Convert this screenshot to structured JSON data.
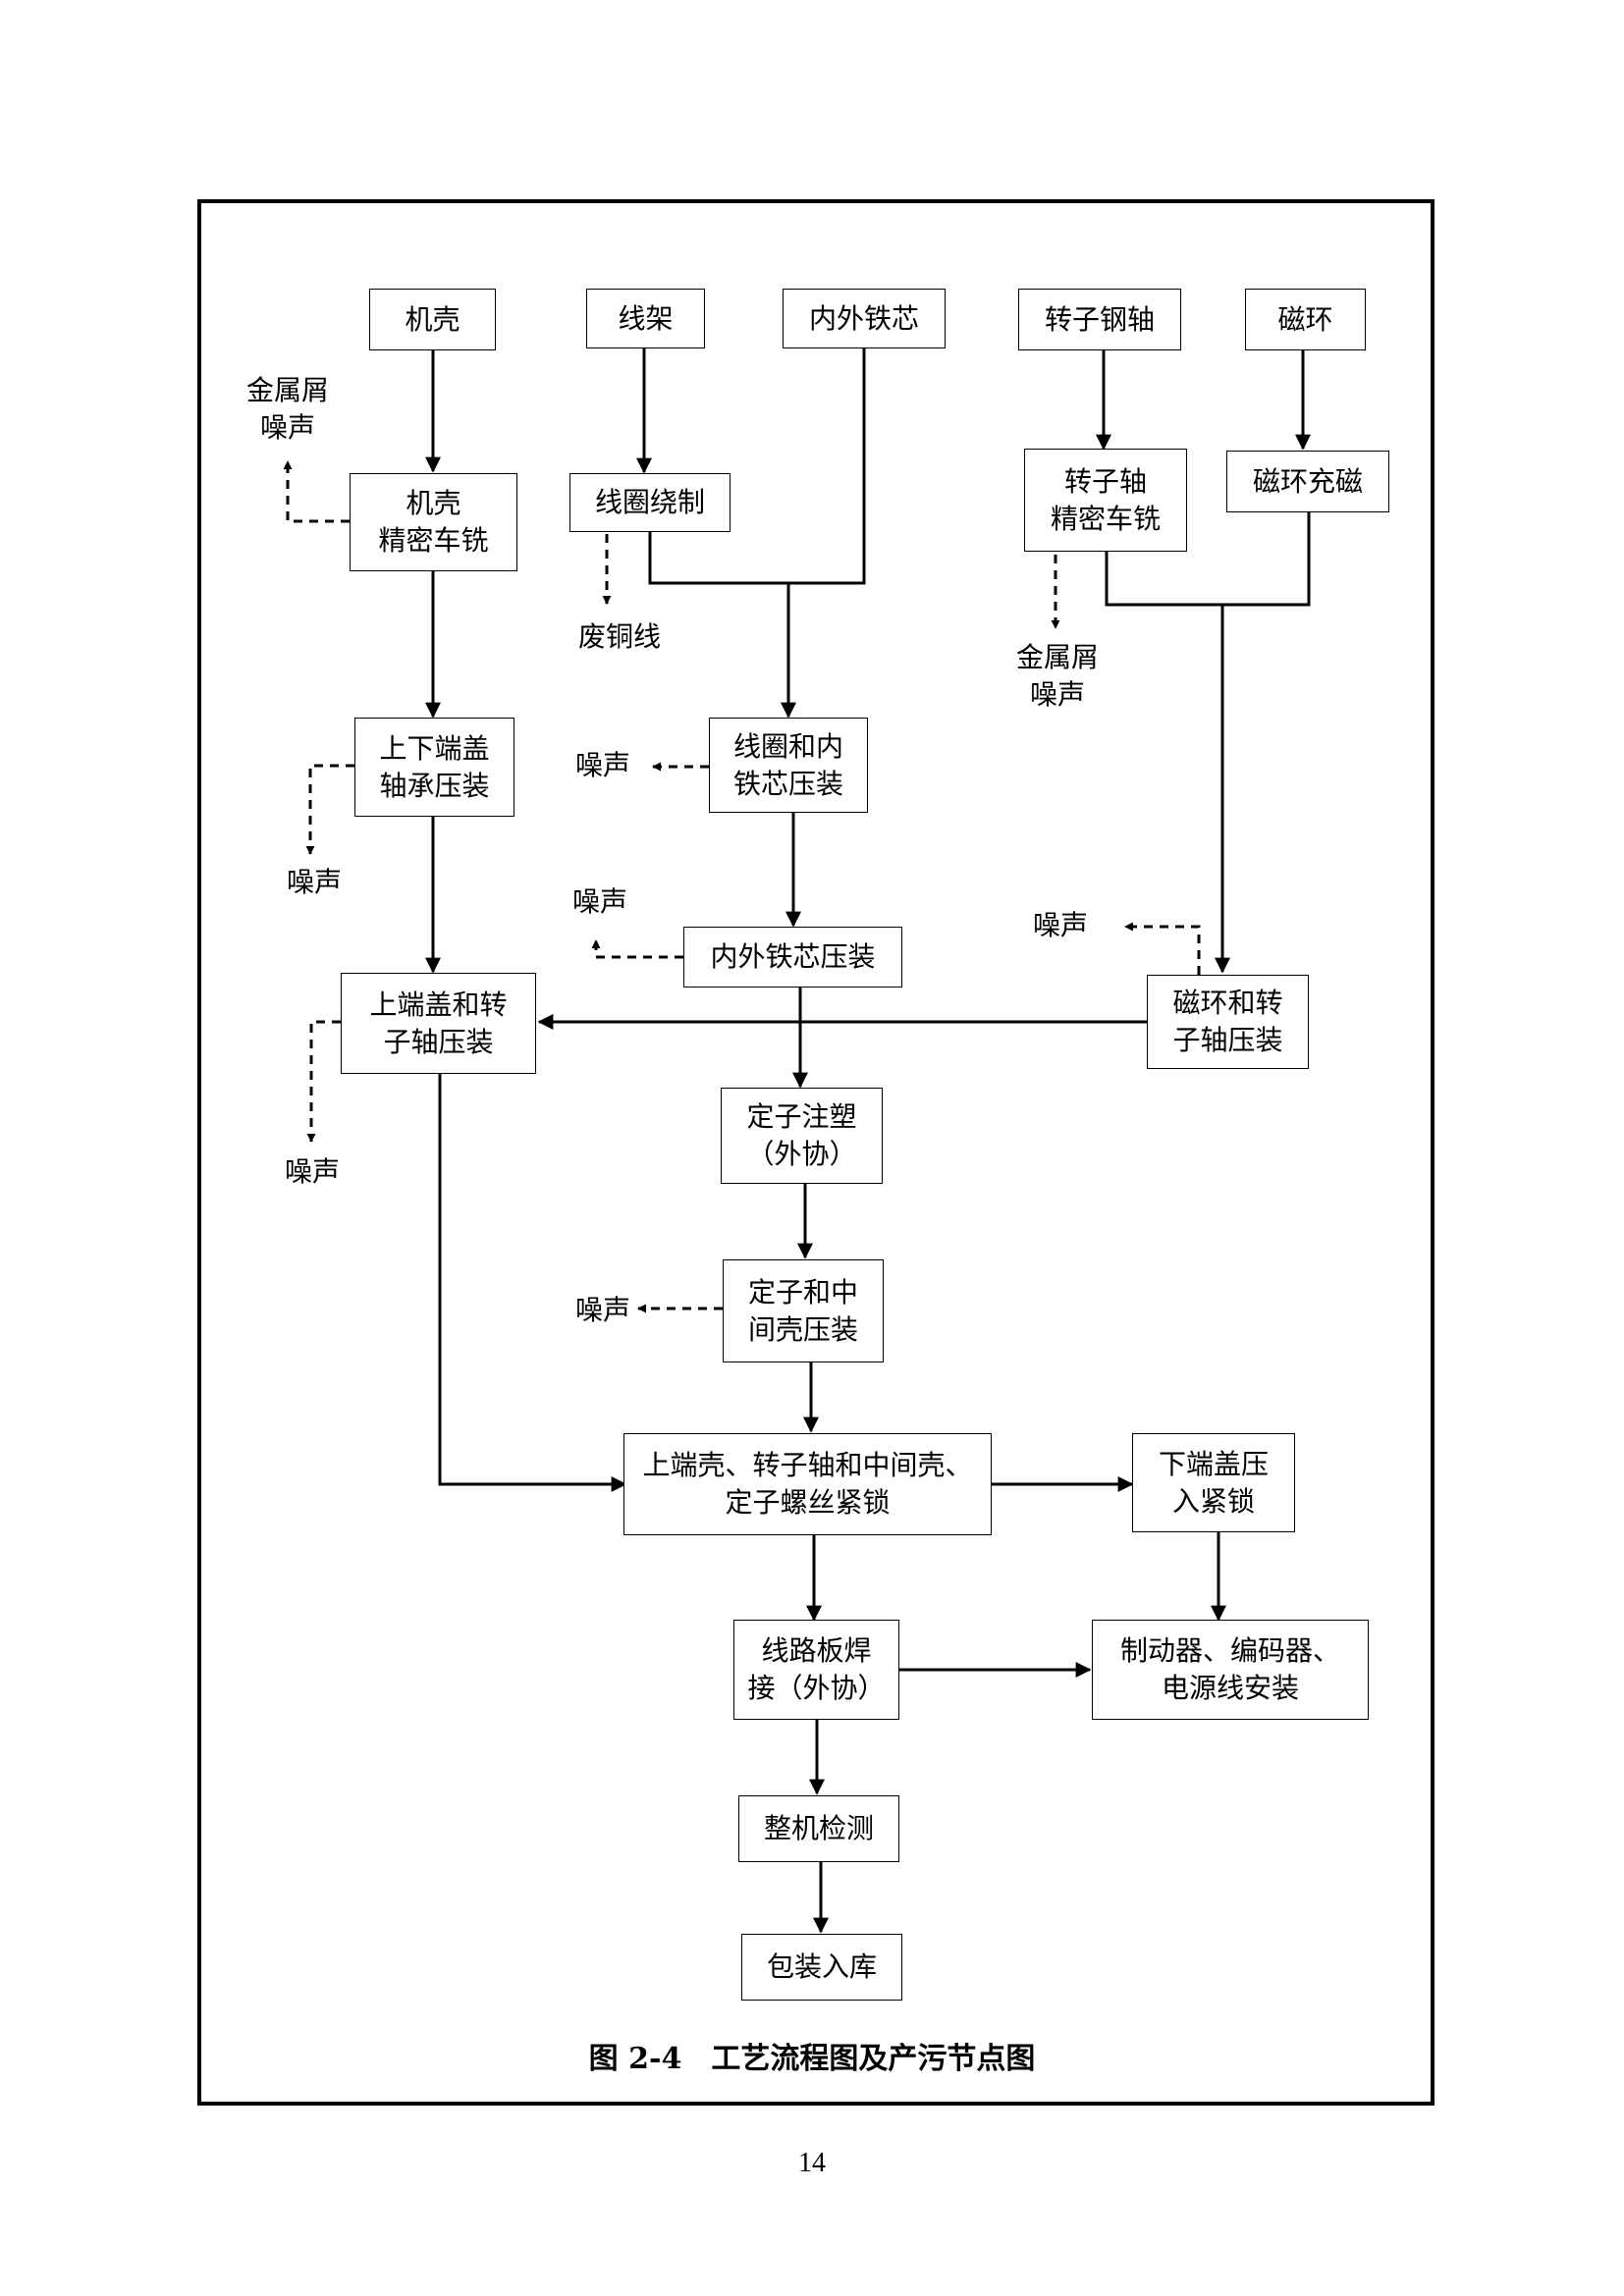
{
  "boxes": {
    "jike": "机壳",
    "xianjia": "线架",
    "neiwai_tiexin": "内外铁芯",
    "zhuanzi_gangzhou": "转子钢轴",
    "cihuan": "磁环",
    "jike_chexi": "机壳\n精密车铣",
    "xianquan_raozhi": "线圈绕制",
    "zhuanzizhou_chexi": "转子轴\n精密车铣",
    "cihuan_chongci": "磁环充磁",
    "duangai_zhoucheng": "上下端盖\n轴承压装",
    "xianquan_tiexin": "线圈和内\n铁芯压装",
    "tiexin_yazhuang": "内外铁芯压装",
    "shangduangai_zhuanzi": "上端盖和转\n子轴压装",
    "cihuan_zhuanzi": "磁环和转\n子轴压装",
    "dingzi_zhusu": "定子注塑\n（外协）",
    "dingzi_zhongjianke": "定子和中\n间壳压装",
    "luosi_jinsuo": "上端壳、转子轴和中间壳、\n定子螺丝紧锁",
    "xiaduangai": "下端盖压\n入紧锁",
    "xianluban": "线路板焊\n接（外协）",
    "zhidongqi": "制动器、编码器、\n电源线安装",
    "zhengji_jiance": "整机检测",
    "baozhuang": "包装入库"
  },
  "pollutants": {
    "jinshuxie_zaosheng_1": "金属屑\n噪声",
    "feitongxian": "废铜线",
    "jinshuxie_zaosheng_2": "金属屑\n噪声",
    "zaosheng_duangai": "噪声",
    "zaosheng_xianquan": "噪声",
    "zaosheng_tiexin": "噪声",
    "zaosheng_cihuan": "噪声",
    "zaosheng_shangduangai": "噪声",
    "zaosheng_dingzi": "噪声"
  },
  "caption": "图 2-4　工艺流程图及产污节点图",
  "page_number": "14"
}
